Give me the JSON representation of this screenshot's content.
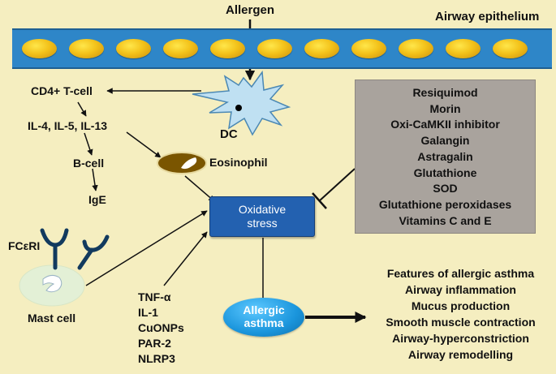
{
  "labels": {
    "allergen": "Allergen",
    "airway_epithelium": "Airway epithelium",
    "dc": "DC",
    "cd4_tcell": "CD4+ T-cell",
    "interleukins": "IL-4, IL-5, IL-13",
    "bcell": "B-cell",
    "ige": "IgE",
    "eosinophil": "Eosinophil",
    "fceri": "FCεRI",
    "mast_cell": "Mast cell"
  },
  "oxidative_stress": {
    "line1": "Oxidative",
    "line2": "stress"
  },
  "allergic_asthma": {
    "line1": "Allergic",
    "line2": "asthma"
  },
  "inhibitors": [
    "Resiquimod",
    "Morin",
    "Oxi-CaMKII inhibitor",
    "Galangin",
    "Astragalin",
    "Glutathione",
    "SOD",
    "Glutathione peroxidases",
    "Vitamins C and E"
  ],
  "inducers": [
    "TNF-α",
    "IL-1",
    "CuONPs",
    "PAR-2",
    "NLRP3"
  ],
  "features": {
    "title": "Features of allergic asthma",
    "items": [
      "Airway inflammation",
      "Mucus production",
      "Smooth muscle contraction",
      "Airway-hyperconstriction",
      "Airway remodelling"
    ]
  },
  "colors": {
    "background": "#f5eec0",
    "epithelium_band": "#2e86c8",
    "epithelial_cell": "#f3c21a",
    "oxidative_stress_box": "#2361b0",
    "asthma_ellipse": "#1a95dc",
    "inhibitor_box": "#a9a39d",
    "dc_cell": "#bfe0f2",
    "eosinophil": "#7a5500",
    "mast_cell": "#e3f0d6",
    "receptor": "#123a5e"
  }
}
